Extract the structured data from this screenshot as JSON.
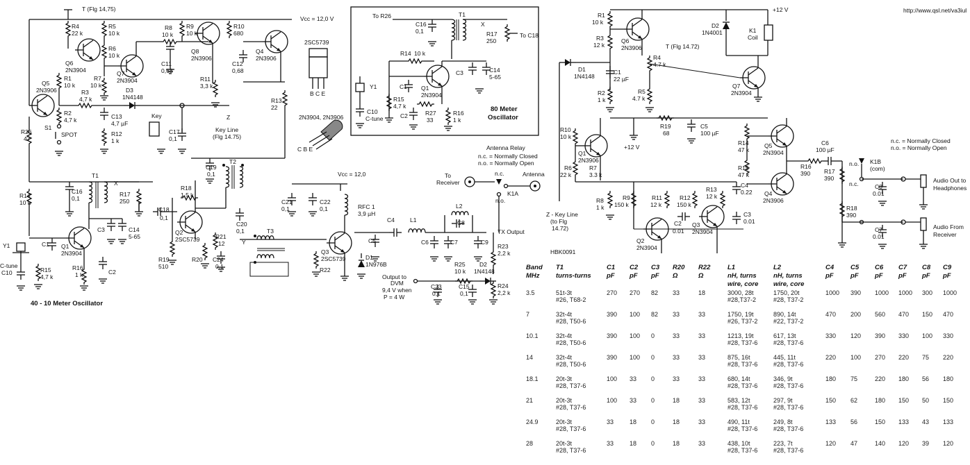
{
  "url": "http://www.qsl.net/va3iul",
  "left": {
    "title": "40 - 10 Meter Oscillator",
    "vcc": "Vcc = 12,0 V",
    "t_flag": "T (Flg 14,75)",
    "labels": {
      "r4": "R4",
      "r4v": "22 k",
      "r5": "R5",
      "r5v": "10 k",
      "r6": "R6",
      "r6v": "10 k",
      "r8": "R8",
      "r8v": "10 k",
      "r9": "R9",
      "r9v": "10 k",
      "r10": "R10",
      "r10v": "680",
      "q6": "Q6",
      "q6t": "2N3904",
      "q7": "Q7",
      "q7t": "2N3904",
      "q8": "Q8",
      "q8t": "2N3906",
      "q4": "Q4",
      "q4t": "2N3906",
      "c11": "C11",
      "c11v": "0,68",
      "c12": "C12",
      "c12v": "0,68",
      "r11": "R11",
      "r11v": "3,3 k",
      "r13": "R13",
      "r13v": "22",
      "q5": "Q5",
      "q5t": "2N3906",
      "r1": "R1",
      "r1v": "10 k",
      "r7": "R7",
      "r7v": "10 k",
      "r3": "R3",
      "r3v": "4,7 k",
      "d3": "D3",
      "d3t": "1N4148",
      "r2": "R2",
      "r2v": "4,7 k",
      "c13": "C13",
      "c13v": "4,7 µF",
      "r12": "R12",
      "r12v": "1 k",
      "key": "Key",
      "c17": "C17",
      "c17v": "0,1",
      "z": "Z",
      "keyline": "Key Line",
      "keyflg": "(Flg 14.75)",
      "s1": "S1",
      "spot": "SPOT",
      "r26": "R26",
      "r26v": "47",
      "r14": "R14",
      "r14v": "10 k",
      "t1": "T1",
      "c16": "C16",
      "c16v": "0,1",
      "x": "X",
      "r17": "R17",
      "r17v": "250",
      "c3": "C3",
      "c14": "C14",
      "c14v": "5-65",
      "q1": "Q1",
      "q1t": "2N3904",
      "c1": "C1",
      "c2": "C2",
      "y1": "Y1",
      "ctune": "C-tune",
      "c10": "C10",
      "r15": "R15",
      "r15v": "4,7 k",
      "r16": "R16",
      "r16v": "1 k",
      "c19": "C19",
      "c19v": "0,1",
      "t2": "T2",
      "r18": "R18",
      "r18v": "1,5 k",
      "c18": "C18",
      "c18v": "0,1",
      "q2": "Q2",
      "q2t": "2SC5739",
      "r21": "R21",
      "r21v": "12",
      "r19": "R19",
      "r19v": "510",
      "r20": "R20",
      "c24": "C24",
      "c24v": "0,1",
      "c20": "C20",
      "c20v": "0,1",
      "t3": "T3",
      "y": "Y",
      "vcc2": "Vcc = 12,0",
      "c21": "C21",
      "c21v": "0,1",
      "c22": "C22",
      "c22v": "0,1",
      "rfc": "RFC 1",
      "rfcv": "3,9 µH",
      "q3": "Q3",
      "q3t": "2SC5739",
      "r22": "R22",
      "d1": "D1",
      "d1t": "1N976B",
      "c4": "C4",
      "l1": "L1",
      "l2": "L2",
      "c8": "C8",
      "c5": "C5",
      "c6": "C6",
      "c7": "C7",
      "c9": "C9",
      "txout": "TX Output",
      "r23": "R23",
      "r23v": "2,2 k",
      "r24": "R24",
      "r24v": "2,2 k",
      "r25": "R25",
      "r25v": "10 k",
      "d2": "D2",
      "d2t": "1N4148",
      "c23": "C23",
      "c23v": "0,1",
      "c15": "C15",
      "c15v": "0,1",
      "dvm1": "Output to",
      "dvm2": "DVM",
      "dvm3": "9,4 V when",
      "dvm4": "P = 4 W",
      "relay": "Antenna Relay",
      "nc": "n.c. = Normally Closed",
      "no": "n.o. = Normally Open",
      "to": "To",
      "receiver": "Receiver",
      "antenna": "Antenna",
      "k1a": "K1A",
      "nc2": "n.c.",
      "no2": "n.o.",
      "pkg1": "2SC5739",
      "pkg1p": "B C E",
      "pkg2": "2N3904, 2N3906",
      "pkg2p": "C  B  E"
    }
  },
  "osc80": {
    "title1": "80 Meter",
    "title2": "Oscillator",
    "labels": {
      "tor26": "To R26",
      "c16": "C16",
      "c16v": "0,1",
      "t1": "T1",
      "x": "X",
      "r17": "R17",
      "r17v": "250",
      "toc18": "To C18",
      "r14": "R14",
      "r14v": "10 k",
      "c3": "C3",
      "c14": "C14",
      "c14v": "5-65",
      "y1": "Y1",
      "c1": "C1",
      "q1": "Q1",
      "q1t": "2N3904",
      "r15": "R15",
      "r15v": "4,7 k",
      "c2": "C2",
      "r27": "R27",
      "r27v": "33",
      "r16": "R16",
      "r16v": "1 k",
      "c10": "C10",
      "ctune": "C-tune"
    }
  },
  "right": {
    "vcc": "+12 V",
    "hbk": "HBK0091",
    "labels": {
      "r1": "R1",
      "r1v": "10 k",
      "q6": "Q6",
      "q6t": "2N3906",
      "r3": "R3",
      "r3v": "12 k",
      "t": "T (Flg 14.72)",
      "r4": "R4",
      "r4v": "4.7 k",
      "d2": "D2",
      "d2t": "1N4001",
      "k1": "K1",
      "coil": "Coil",
      "d1": "D1",
      "d1t": "1N4148",
      "c1": "C1",
      "c1v": "22 µF",
      "r2": "R2",
      "r2v": "1 k",
      "r5": "R5",
      "r5v": "4.7 k",
      "q7": "Q7",
      "q7t": "2N3904",
      "r19": "R19",
      "r19v": "68",
      "c5": "C5",
      "c5v": "100 µF",
      "r10": "R10",
      "r10v": "10 k",
      "q1": "Q1",
      "q1t": "2N3906",
      "p12": "+12 V",
      "r14": "R14",
      "r14v": "47 k",
      "q5": "Q5",
      "q5t": "2N3904",
      "c6": "C6",
      "c6v": "100 µF",
      "r6": "R6",
      "r6v": "22 k",
      "r7": "R7",
      "r7v": "3.3 k",
      "r15": "R15",
      "r15v": "47 k",
      "r16": "R16",
      "r16v": "390",
      "r17": "R17",
      "r17v": "390",
      "q4": "Q4",
      "q4t": "2N3906",
      "c4": "C4",
      "c4v": "0.22",
      "r9": "R9",
      "r9v": "150 k",
      "r11": "R11",
      "r11v": "12 k",
      "r12": "R12",
      "r12v": "150 k",
      "r13": "R13",
      "r13v": "12 k",
      "r8": "R8",
      "r8v": "1 k",
      "c2": "C2",
      "c2v": "0.01",
      "c3": "C3",
      "c3v": "0.01",
      "q2": "Q2",
      "q2t": "2N3904",
      "q3": "Q3",
      "q3t": "2N3904",
      "zkey1": "Z - Key Line",
      "zkey2": "(to Flg",
      "zkey3": "14.72)",
      "k1b": "K1B",
      "com": "(com)",
      "no": "n.o.",
      "nc": "n.c.",
      "c8": "C8",
      "c8v": "0.01",
      "r18": "R18",
      "r18v": "390",
      "c7": "C7",
      "c7v": "0.01",
      "audout1": "Audio Out to",
      "audout2": "Headphones",
      "audin1": "Audio From",
      "audin2": "Receiver",
      "legnc": "n.c. = Normally Closed",
      "legno": "n.o. = Normally Open"
    }
  },
  "table": {
    "headers": [
      [
        "Band",
        "MHz"
      ],
      [
        "T1",
        "turns-turns"
      ],
      [
        "C1",
        "pF"
      ],
      [
        "C2",
        "pF"
      ],
      [
        "C3",
        "pF"
      ],
      [
        "R20",
        "Ω"
      ],
      [
        "R22",
        "Ω"
      ],
      [
        "L1",
        "nH, turns",
        "wire, core"
      ],
      [
        "L2",
        "nH, turns",
        "wire, core"
      ],
      [
        "C4",
        "pF"
      ],
      [
        "C5",
        "pF"
      ],
      [
        "C6",
        "pF"
      ],
      [
        "C7",
        "pF"
      ],
      [
        "C8",
        "pF"
      ],
      [
        "C9",
        "pF"
      ]
    ],
    "rows": [
      [
        "3.5",
        "51t-3t",
        "#26, T68-2",
        "270",
        "270",
        "82",
        "33",
        "18",
        "3000, 28t",
        "#28,T37-2",
        "1750, 20t",
        "#28, T37-2",
        "1000",
        "390",
        "1000",
        "1000",
        "300",
        "1000"
      ],
      [
        "7",
        "32t-4t",
        "#28, T50-6",
        "390",
        "100",
        "82",
        "33",
        "33",
        "1750, 19t",
        "#26, T37-2",
        "890, 14t",
        "#22, T37-2",
        "470",
        "200",
        "560",
        "470",
        "150",
        "470"
      ],
      [
        "10.1",
        "32t-4t",
        "#28, T50-6",
        "390",
        "100",
        "0",
        "33",
        "33",
        "1213, 19t",
        "#28, T37-6",
        "617, 13t",
        "#28, T37-6",
        "330",
        "120",
        "390",
        "330",
        "100",
        "330"
      ],
      [
        "14",
        "32t-4t",
        "#28, T50-6",
        "390",
        "100",
        "0",
        "33",
        "33",
        "875, 16t",
        "#28, T37-6",
        "445, 11t",
        "#28, T37-6",
        "220",
        "100",
        "270",
        "220",
        "75",
        "220"
      ],
      [
        "18.1",
        "20t-3t",
        "#28, T37-6",
        "100",
        "33",
        "0",
        "33",
        "33",
        "680, 14t",
        "#28, T37-6",
        "346, 9t",
        "#28, T37-6",
        "180",
        "75",
        "220",
        "180",
        "56",
        "180"
      ],
      [
        "21",
        "20t-3t",
        "#28, T37-6",
        "100",
        "33",
        "0",
        "18",
        "33",
        "583, 12t",
        "#28, T37-6",
        "297, 9t",
        "#28, T37-6",
        "150",
        "62",
        "180",
        "150",
        "50",
        "150"
      ],
      [
        "24.9",
        "20t-3t",
        "#28, T37-6",
        "33",
        "18",
        "0",
        "18",
        "33",
        "490, 11t",
        "#28, T37-6",
        "249, 8t",
        "#28, T37-6",
        "133",
        "56",
        "150",
        "133",
        "43",
        "133"
      ],
      [
        "28",
        "20t-3t",
        "#28, T37-6",
        "33",
        "18",
        "0",
        "18",
        "33",
        "438, 10t",
        "#28, T37-6",
        "223, 7t",
        "#28, T37-6",
        "120",
        "47",
        "140",
        "120",
        "39",
        "120"
      ]
    ]
  }
}
